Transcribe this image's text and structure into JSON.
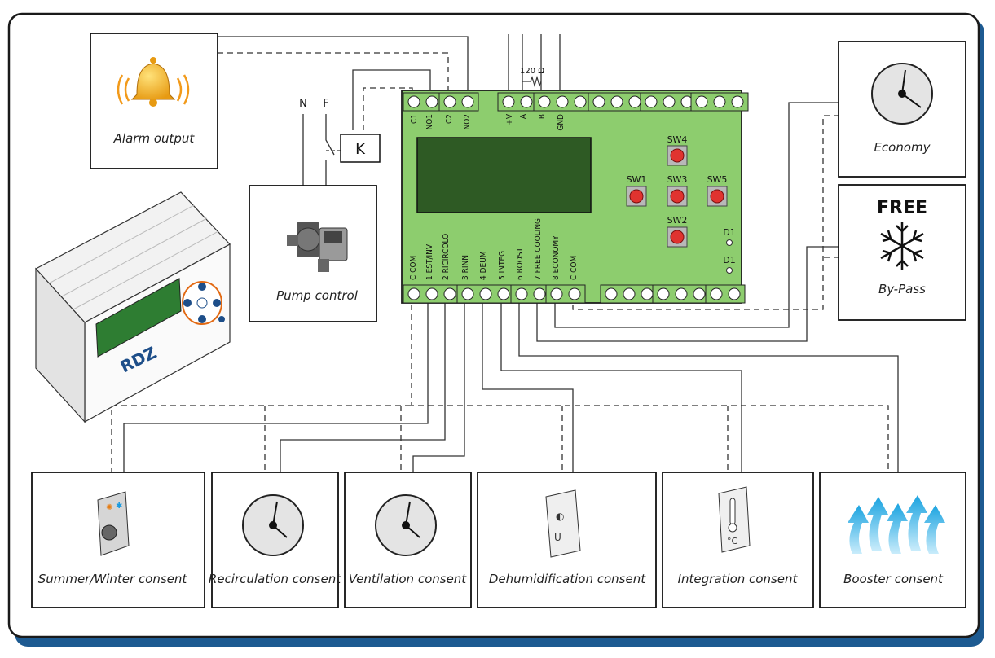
{
  "devices": {
    "alarm": {
      "label": "Alarm output",
      "icon": "bell-icon"
    },
    "pump": {
      "label": "Pump control",
      "icon": "pump-icon"
    },
    "economy": {
      "label": "Economy",
      "icon": "clock-icon"
    },
    "bypass": {
      "title": "FREE",
      "label": "By-Pass",
      "icon": "snowflake-icon"
    },
    "summer_winter": {
      "label": "Summer/Winter consent",
      "icon": "thermostat-icon"
    },
    "recirculation": {
      "label": "Recirculation consent",
      "icon": "clock-icon"
    },
    "ventilation": {
      "label": "Ventilation consent",
      "icon": "clock-icon"
    },
    "dehumidification": {
      "label": "Dehumidification consent",
      "icon": "humidistat-icon"
    },
    "integration": {
      "label": "Integration consent",
      "icon": "thermometer-icon"
    },
    "booster": {
      "label": "Booster consent",
      "icon": "airflow-arrows-icon"
    }
  },
  "power": {
    "neutral": "N",
    "phase": "F",
    "relay": "K"
  },
  "bus": {
    "resistor": "120 Ω"
  },
  "controller": {
    "brand": "RDZ",
    "color": "#8dcd6e",
    "top_terminals": [
      "C1",
      "NO1",
      "C2",
      "NO2",
      "+V",
      "A",
      "B",
      "GND"
    ],
    "bottom_terminals": [
      "C COM",
      "1 EST/INV",
      "2 RICIRCOLO",
      "3 RINN",
      "4 DEUM",
      "5 INTEG",
      "6 BOOST",
      "7 FREE COOLING",
      "8 ECONOMY",
      "C COM"
    ],
    "switches": [
      "SW1",
      "SW2",
      "SW3",
      "SW4",
      "SW5"
    ],
    "leds": [
      "D1",
      "D1"
    ]
  },
  "colors": {
    "board": "#8dcd6e",
    "display": "#2e5a24",
    "button": "#e0332f",
    "frame_shadow": "#1d5a91"
  }
}
